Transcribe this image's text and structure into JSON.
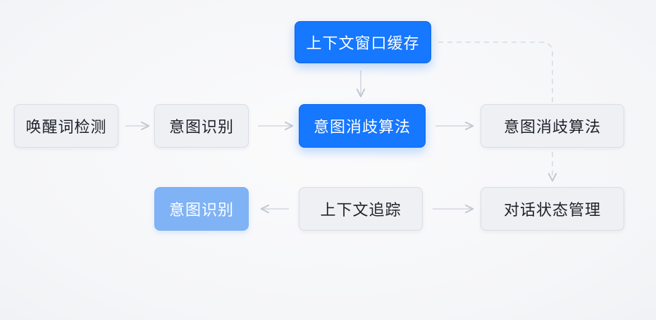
{
  "diagram": {
    "nodes": {
      "context_cache": "上下文窗口缓存",
      "wake_word": "唤醒词检测",
      "intent_recognition_1": "意图识别",
      "intent_disambiguation_1": "意图消歧算法",
      "intent_disambiguation_2": "意图消歧算法",
      "intent_recognition_2": "意图识别",
      "context_tracking": "上下文追踪",
      "dialog_state": "对话状态管理"
    },
    "edges": [
      {
        "from": "wake_word",
        "to": "intent_recognition_1",
        "style": "solid"
      },
      {
        "from": "intent_recognition_1",
        "to": "intent_disambiguation_1",
        "style": "solid"
      },
      {
        "from": "context_cache",
        "to": "intent_disambiguation_1",
        "style": "solid"
      },
      {
        "from": "intent_disambiguation_1",
        "to": "intent_disambiguation_2",
        "style": "solid"
      },
      {
        "from": "context_cache",
        "to": "dialog_state",
        "style": "dashed"
      },
      {
        "from": "context_tracking",
        "to": "dialog_state",
        "style": "solid"
      },
      {
        "from": "context_tracking",
        "to": "intent_recognition_2",
        "style": "solid"
      }
    ],
    "colors": {
      "primary": "#1677ff",
      "light_primary": "#80b3f5",
      "neutral_fill": "#eef0f4",
      "neutral_border": "#d9dde4",
      "edge": "#cfd4dc",
      "text_dark": "#1d2129"
    }
  }
}
